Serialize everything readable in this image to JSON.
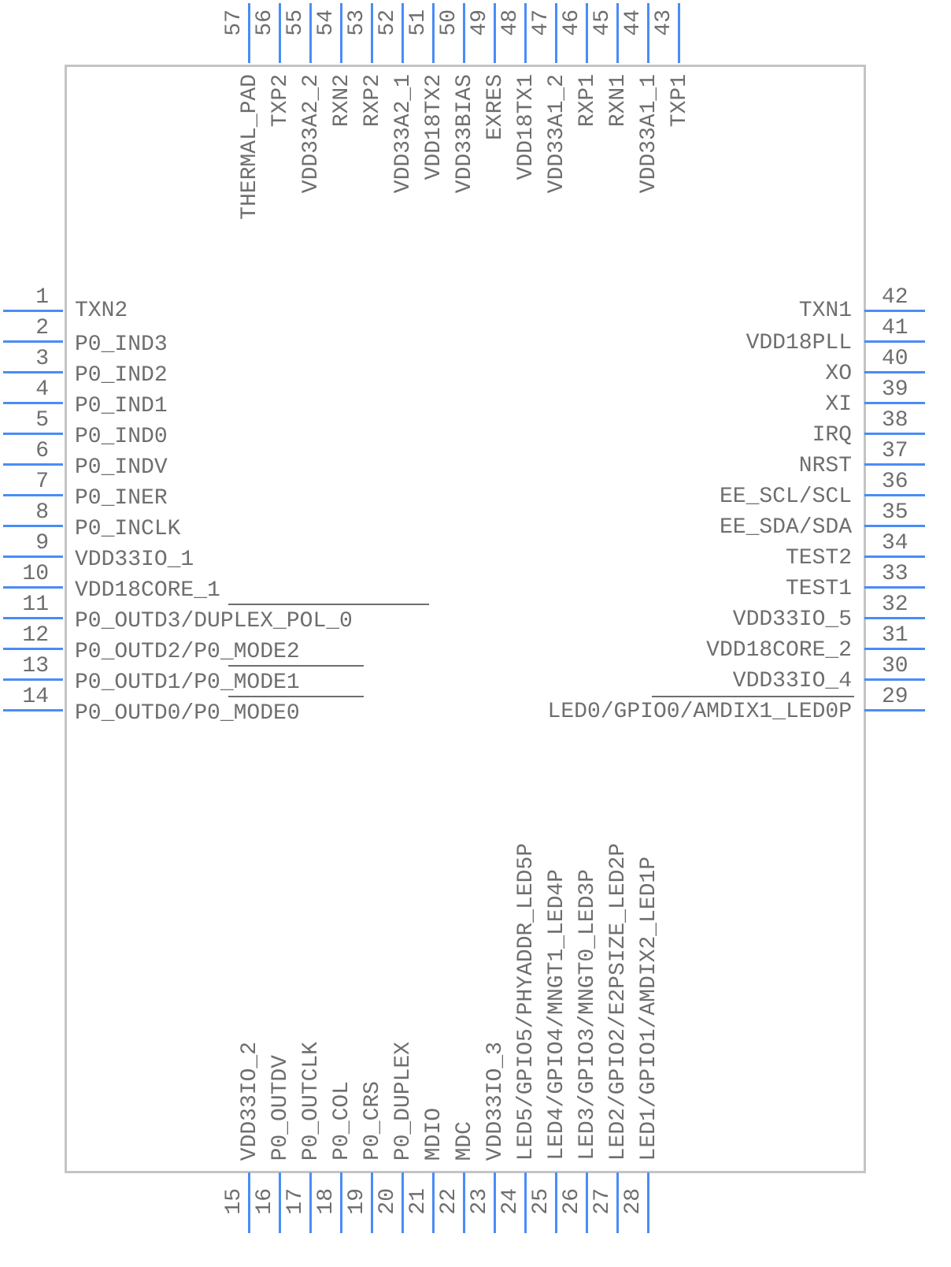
{
  "component": {
    "colors": {
      "pin": "#4a8cf7",
      "outline": "#c4c4c4",
      "text": "#6e6e6e"
    },
    "pins_left": [
      {
        "num": "1",
        "label": "TXN2"
      },
      {
        "num": "2",
        "label": "P0_IND3"
      },
      {
        "num": "3",
        "label": "P0_IND2"
      },
      {
        "num": "4",
        "label": "P0_IND1"
      },
      {
        "num": "5",
        "label": "P0_IND0"
      },
      {
        "num": "6",
        "label": "P0_INDV"
      },
      {
        "num": "7",
        "label": "P0_INER"
      },
      {
        "num": "8",
        "label": "P0_INCLK"
      },
      {
        "num": "9",
        "label": "VDD33IO_1"
      },
      {
        "num": "10",
        "label": "VDD18CORE_1"
      },
      {
        "num": "11",
        "label": "P0_OUTD3/DUPLEX_POL_0"
      },
      {
        "num": "12",
        "label": "P0_OUTD2/P0_MODE2"
      },
      {
        "num": "13",
        "label": "P0_OUTD1/P0_MODE1"
      },
      {
        "num": "14",
        "label": "P0_OUTD0/P0_MODE0"
      }
    ],
    "pins_right": [
      {
        "num": "42",
        "label": "TXN1"
      },
      {
        "num": "41",
        "label": "VDD18PLL"
      },
      {
        "num": "40",
        "label": "XO"
      },
      {
        "num": "39",
        "label": "XI"
      },
      {
        "num": "38",
        "label": "IRQ"
      },
      {
        "num": "37",
        "label": "NRST"
      },
      {
        "num": "36",
        "label": "EE_SCL/SCL"
      },
      {
        "num": "35",
        "label": "EE_SDA/SDA"
      },
      {
        "num": "34",
        "label": "TEST2"
      },
      {
        "num": "33",
        "label": "TEST1"
      },
      {
        "num": "32",
        "label": "VDD33IO_5"
      },
      {
        "num": "31",
        "label": "VDD18CORE_2"
      },
      {
        "num": "30",
        "label": "VDD33IO_4"
      },
      {
        "num": "29",
        "label": "LED0/GPIO0/AMDIX1_LED0P"
      }
    ],
    "pins_top": [
      {
        "num": "57",
        "label": "THERMAL_PAD"
      },
      {
        "num": "56",
        "label": "TXP2"
      },
      {
        "num": "55",
        "label": "VDD33A2_2"
      },
      {
        "num": "54",
        "label": "RXN2"
      },
      {
        "num": "53",
        "label": "RXP2"
      },
      {
        "num": "52",
        "label": "VDD33A2_1"
      },
      {
        "num": "51",
        "label": "VDD18TX2"
      },
      {
        "num": "50",
        "label": "VDD33BIAS"
      },
      {
        "num": "49",
        "label": "EXRES"
      },
      {
        "num": "48",
        "label": "VDD18TX1"
      },
      {
        "num": "47",
        "label": "VDD33A1_2"
      },
      {
        "num": "46",
        "label": "RXP1"
      },
      {
        "num": "45",
        "label": "RXN1"
      },
      {
        "num": "44",
        "label": "VDD33A1_1"
      },
      {
        "num": "43",
        "label": "TXP1"
      }
    ],
    "pins_bottom": [
      {
        "num": "15",
        "label": "VDD33IO_2"
      },
      {
        "num": "16",
        "label": "P0_OUTDV"
      },
      {
        "num": "17",
        "label": "P0_OUTCLK"
      },
      {
        "num": "18",
        "label": "P0_COL"
      },
      {
        "num": "19",
        "label": "P0_CRS"
      },
      {
        "num": "20",
        "label": "P0_DUPLEX"
      },
      {
        "num": "21",
        "label": "MDIO"
      },
      {
        "num": "22",
        "label": "MDC"
      },
      {
        "num": "23",
        "label": "VDD33IO_3"
      },
      {
        "num": "24",
        "label": "LED5/GPIO5/PHYADDR_LED5P"
      },
      {
        "num": "25",
        "label": "LED4/GPIO4/MNGT1_LED4P"
      },
      {
        "num": "26",
        "label": "LED3/GPIO3/MNGT0_LED3P"
      },
      {
        "num": "27",
        "label": "LED2/GPIO2/E2PSIZE_LED2P"
      },
      {
        "num": "28",
        "label": "LED1/GPIO1/AMDIX2_LED1P"
      }
    ]
  }
}
